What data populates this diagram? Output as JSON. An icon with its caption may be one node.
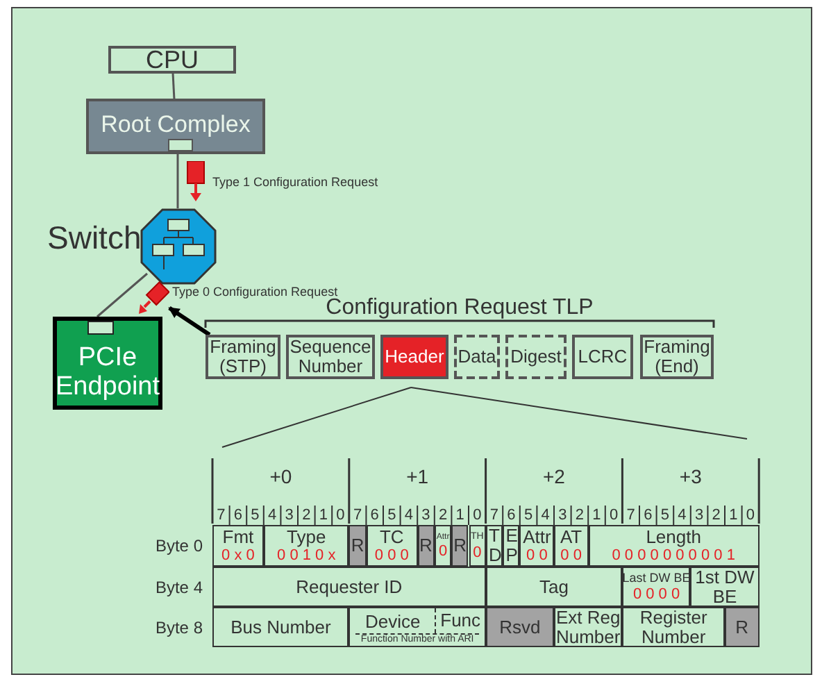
{
  "diagram": {
    "nodes": [
      {
        "text": [
          "CPU"
        ]
      },
      {
        "text": [
          "Root Complex"
        ]
      },
      {
        "text": [],
        "shape": "box",
        "beside": [
          "Type 1 Configuration Request"
        ]
      },
      {
        "text": [],
        "shape": "octagon",
        "beside": [
          "Switch"
        ]
      },
      {
        "text": [],
        "shape": "box",
        "beside": [
          "Type 0 Configuration Request"
        ]
      },
      {
        "text": [
          "PCIe Endpoint"
        ]
      },
      {
        "text": [
          "Framing (STP)"
        ]
      },
      {
        "text": [
          "Sequence Number"
        ]
      },
      {
        "text": [
          "Header"
        ]
      },
      {
        "text": [
          "Data"
        ]
      },
      {
        "text": [
          "Digest"
        ]
      },
      {
        "text": [
          "LCRC"
        ]
      },
      {
        "text": [
          "Framing (End)"
        ]
      }
    ],
    "edges": [
      {
        "from": 0,
        "to": 1,
        "arrow": "none"
      },
      {
        "from": 1,
        "to": 3,
        "arrow": "none"
      },
      {
        "from": 3,
        "to": 5,
        "arrow": "none"
      },
      {
        "from": 6,
        "to": 4,
        "arrow": "to",
        "style": "thick",
        "color": "#000000"
      }
    ],
    "labels": [
      "Configuration Request TLP",
      "+0",
      "+1",
      "+2",
      "+3",
      "7",
      "6",
      "5",
      "4",
      "3",
      "2",
      "1",
      "0",
      "7",
      "6",
      "5",
      "4",
      "3",
      "2",
      "1",
      "0",
      "7",
      "6",
      "5",
      "4",
      "3",
      "2",
      "1",
      "0",
      "7",
      "6",
      "5",
      "4",
      "3",
      "2",
      "1",
      "0",
      "Byte 0",
      "Fmt",
      "Type",
      "R",
      "TC",
      "R",
      "Attr",
      "R",
      "TH",
      "TD",
      "EP",
      "Attr",
      "AT",
      "Length",
      "0 x 0",
      "0 0 1 0 x",
      "0 0 0",
      "0",
      "0",
      "0 0",
      "0 0",
      "0 0 0 0 0 0 0 0 0 1",
      "Byte 4",
      "Requester ID",
      "Tag",
      "Last DW BE",
      "0 0 0 0",
      "1st DW BE",
      "Byte 8",
      "Bus Number",
      "Device",
      "Func",
      "Rsvd",
      "Ext Reg Number",
      "Register Number",
      "R",
      "Function Number with ARI"
    ]
  }
}
